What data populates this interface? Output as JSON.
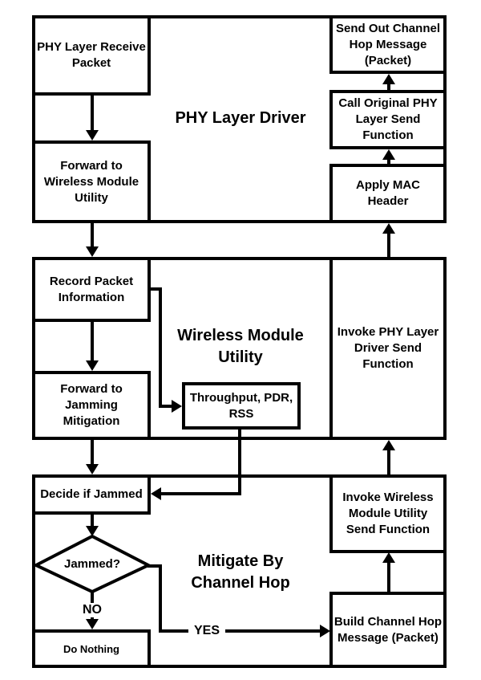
{
  "diagram": {
    "titles": {
      "phy_layer_driver": "PHY Layer Driver",
      "wireless_module_utility": "Wireless Module\nUtility",
      "mitigate_by_channel_hop": "Mitigate By\nChannel Hop"
    },
    "boxes": {
      "phy_receive": "PHY Layer Receive\nPacket",
      "forward_wmu": "Forward to\nWireless Module\nUtility",
      "send_out": "Send Out Channel\nHop Message\n(Packet)",
      "call_original": "Call Original PHY\nLayer Send\nFunction",
      "apply_mac": "Apply MAC\nHeader",
      "record_packet": "Record Packet\nInformation",
      "forward_jamming": "Forward to\nJamming\nMitigation",
      "throughput": "Throughput, PDR,\nRSS",
      "invoke_phy_send": "Invoke PHY Layer\nDriver Send\nFunction",
      "decide_if_jammed": "Decide if Jammed",
      "do_nothing": "Do Nothing",
      "invoke_wmu_send": "Invoke Wireless\nModule Utility\nSend Function",
      "build_channel_hop": "Build Channel Hop\nMessage (Packet)"
    },
    "decision": {
      "label": "Jammed?",
      "no": "NO",
      "yes": "YES"
    },
    "colors": {
      "line": "#000000",
      "background": "#ffffff",
      "text": "#000000"
    }
  }
}
